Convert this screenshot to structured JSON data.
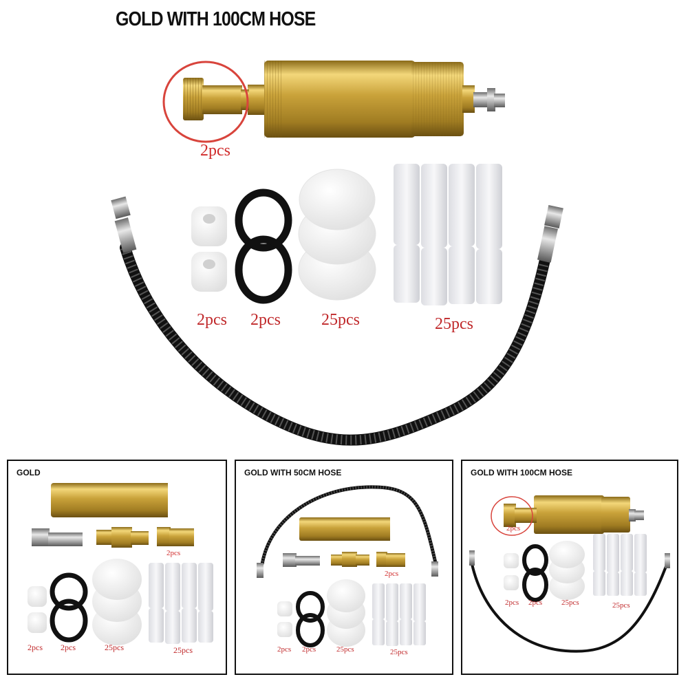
{
  "main": {
    "title": "GOLD WITH 100CM HOSE",
    "labels": {
      "adapter_qty": "2pcs",
      "felt_qty": "2pcs",
      "oring_qty": "2pcs",
      "foam_qty": "25pcs",
      "cotton_qty": "25pcs"
    }
  },
  "panels": [
    {
      "title": "GOLD",
      "labels": {
        "adapter_qty": "2pcs",
        "felt_qty": "2pcs",
        "oring_qty": "2pcs",
        "foam_qty": "25pcs",
        "cotton_qty": "25pcs"
      }
    },
    {
      "title": "GOLD WITH 50CM HOSE",
      "labels": {
        "adapter_qty": "2pcs",
        "felt_qty": "2pcs",
        "oring_qty": "2pcs",
        "foam_qty": "25pcs",
        "cotton_qty": "25pcs"
      }
    },
    {
      "title": "GOLD WITH 100CM HOSE",
      "labels": {
        "adapter_qty": "2pcs",
        "felt_qty": "2pcs",
        "oring_qty": "2pcs",
        "foam_qty": "25pcs",
        "cotton_qty": "25pcs"
      }
    }
  ],
  "colors": {
    "gold": "#c9a23a",
    "highlight_circle": "#d8443c",
    "label_red": "#c0282a",
    "hose": "#1a1a1a"
  }
}
